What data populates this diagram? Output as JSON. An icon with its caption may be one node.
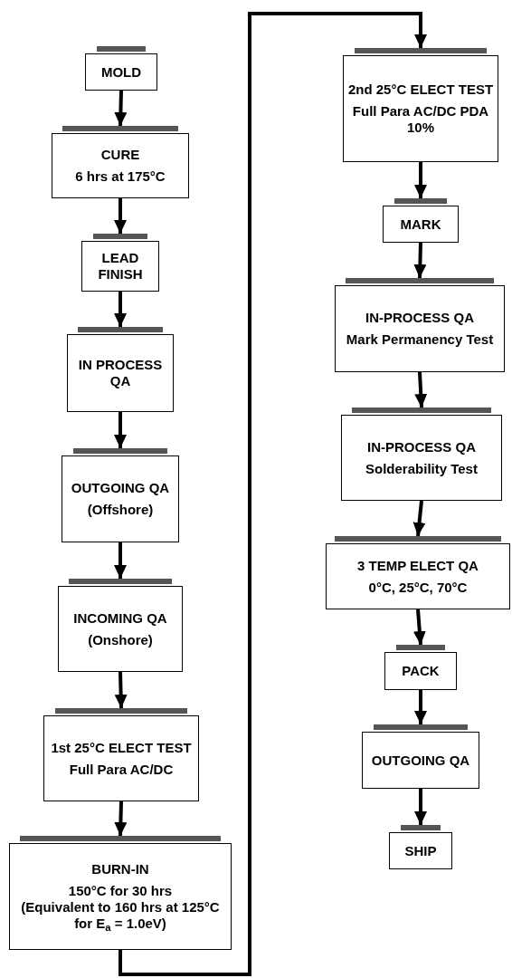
{
  "diagram": {
    "nodes": [
      {
        "text": [
          "MOLD"
        ]
      },
      {
        "text": [
          "CURE",
          "6 hrs at 175°C"
        ]
      },
      {
        "text": [
          "LEAD FINISH"
        ]
      },
      {
        "text": [
          "IN PROCESS QA"
        ]
      },
      {
        "text": [
          "OUTGOING QA",
          "(Offshore)"
        ]
      },
      {
        "text": [
          "INCOMING QA",
          "(Onshore)"
        ]
      },
      {
        "text": [
          "1st 25°C ELECT TEST",
          "Full Para AC/DC"
        ]
      },
      {
        "text": [
          "BURN-IN",
          "150°C for 30 hrs",
          "(Equivalent to 160 hrs at 125°C for E$_{a}$ = 1.0eV)"
        ]
      },
      {
        "text": [
          "2nd 25°C ELECT TEST",
          "Full Para AC/DC PDA 10%"
        ]
      },
      {
        "text": [
          "MARK"
        ]
      },
      {
        "text": [
          "IN-PROCESS QA",
          "Mark Permanency Test"
        ]
      },
      {
        "text": [
          "IN-PROCESS QA",
          "Solderability Test"
        ]
      },
      {
        "text": [
          "3 TEMP ELECT QA",
          "0°C, 25°C, 70°C"
        ]
      },
      {
        "text": [
          "PACK"
        ]
      },
      {
        "text": [
          "OUTGOING QA"
        ]
      },
      {
        "text": [
          "SHIP"
        ]
      }
    ],
    "edges": [
      {
        "from": 0,
        "to": 1,
        "arrow": "to"
      },
      {
        "from": 1,
        "to": 2,
        "arrow": "to"
      },
      {
        "from": 2,
        "to": 3,
        "arrow": "to"
      },
      {
        "from": 3,
        "to": 4,
        "arrow": "to"
      },
      {
        "from": 4,
        "to": 5,
        "arrow": "to"
      },
      {
        "from": 5,
        "to": 6,
        "arrow": "to"
      },
      {
        "from": 6,
        "to": 7,
        "arrow": "to"
      },
      {
        "from": 7,
        "to": 8,
        "arrow": "to"
      },
      {
        "from": 8,
        "to": 9,
        "arrow": "to"
      },
      {
        "from": 9,
        "to": 10,
        "arrow": "to"
      },
      {
        "from": 10,
        "to": 11,
        "arrow": "to"
      },
      {
        "from": 11,
        "to": 12,
        "arrow": "to"
      },
      {
        "from": 12,
        "to": 13,
        "arrow": "to"
      },
      {
        "from": 13,
        "to": 14,
        "arrow": "to"
      },
      {
        "from": 14,
        "to": 15,
        "arrow": "to"
      }
    ]
  }
}
